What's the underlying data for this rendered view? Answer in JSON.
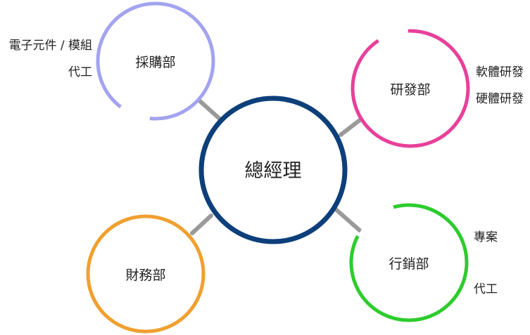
{
  "center": {
    "label": "總經理",
    "color": "#0d3f7a"
  },
  "connector_color": "#9a9a9a",
  "departments": [
    {
      "id": "purchasing",
      "label": "採購部",
      "color": "#a3a3f0",
      "items": [
        "電子元件 / 模組",
        "代工"
      ]
    },
    {
      "id": "rnd",
      "label": "研發部",
      "color": "#e8409a",
      "items": [
        "軟體研發",
        "硬體研發"
      ]
    },
    {
      "id": "finance",
      "label": "財務部",
      "color": "#f0a030",
      "items": []
    },
    {
      "id": "sales",
      "label": "行銷部",
      "color": "#2dcc2d",
      "items": [
        "專案",
        "代工"
      ]
    }
  ]
}
